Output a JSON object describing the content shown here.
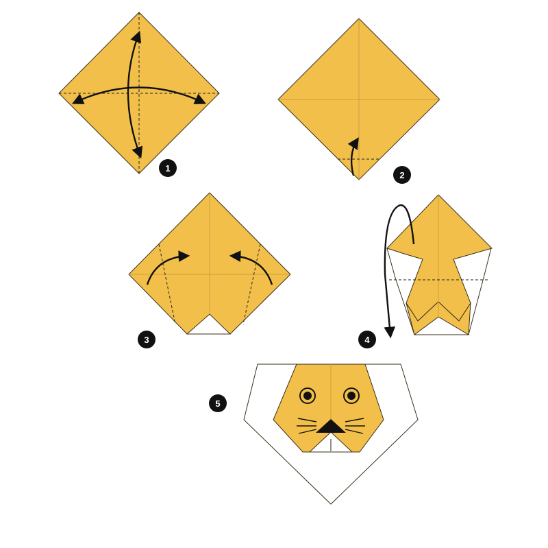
{
  "steps": [
    {
      "number": "1"
    },
    {
      "number": "2"
    },
    {
      "number": "3"
    },
    {
      "number": "4"
    },
    {
      "number": "5"
    }
  ],
  "colors": {
    "paper": "#F2C04A",
    "paper_back": "#FFFFFF",
    "ink": "#111111"
  }
}
